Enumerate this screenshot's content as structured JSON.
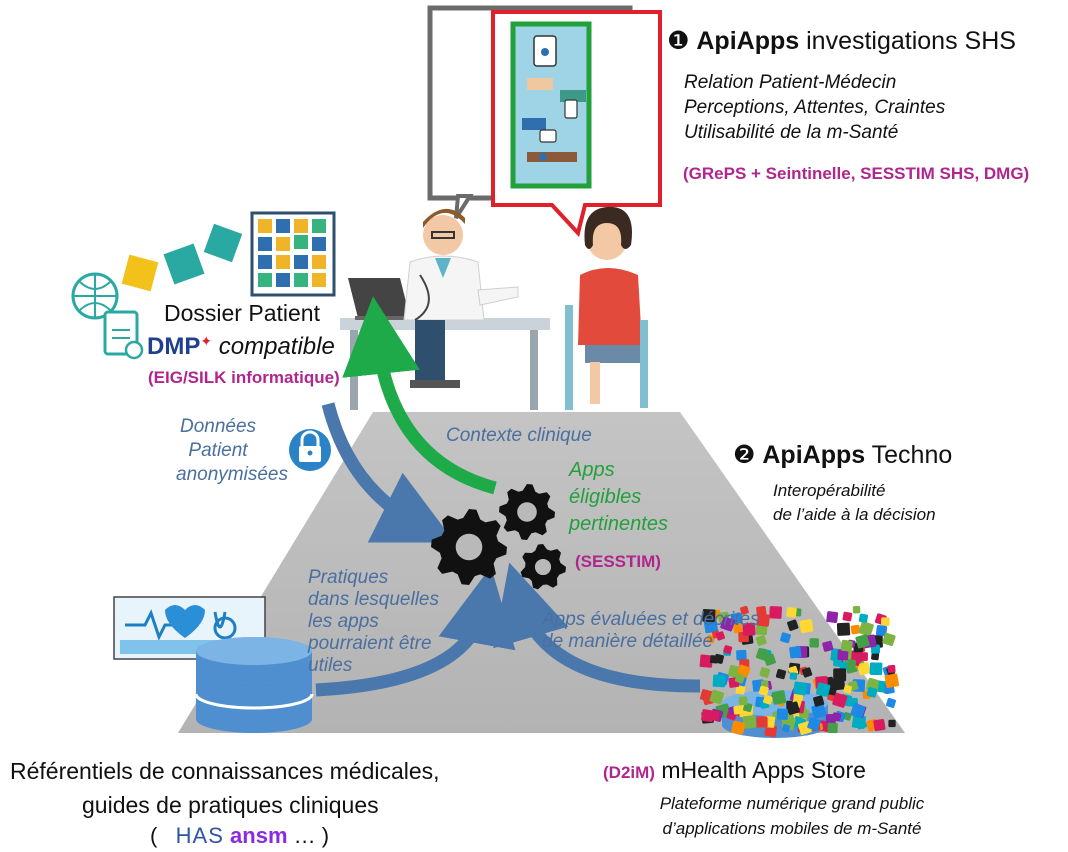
{
  "section1": {
    "marker": "❶",
    "brand": "ApiApps",
    "title": "investigations SHS",
    "lines": [
      "Relation Patient-Médecin",
      "Perceptions, Attentes, Craintes",
      "Utilisabilité de la m-Santé"
    ],
    "partners": "(GRePS + Seintinelle, SESSTIM SHS, DMG)"
  },
  "section2": {
    "marker": "❷",
    "brand": "ApiApps",
    "title": "Techno",
    "lines": [
      "Interopérabilité",
      "de l’aide à la décision"
    ]
  },
  "dossier": {
    "title": "Dossier Patient",
    "dmp": "DMP",
    "compatible": "compatible",
    "partner": "(EIG/SILK informatique)"
  },
  "flows": {
    "donnees": [
      "Données",
      "Patient",
      "anonymisées"
    ],
    "contexte": "Contexte clinique",
    "apps_eligibles": [
      "Apps",
      "éligibles",
      "pertinentes"
    ],
    "sesstim": "(SESSTIM)",
    "pratiques": [
      "Pratiques",
      "dans lesquelles",
      "les apps",
      "pourraient être",
      "utiles"
    ],
    "apps_evaluees": [
      "Apps évaluées et décrites",
      "de manière détaillée"
    ]
  },
  "referentiels": {
    "line1": "Référentiels de connaissances médicales,",
    "line2": "guides de pratiques cliniques",
    "open_paren": "(",
    "has_logo": "HAS",
    "ansm_logo": "ansm",
    "ellipsis": "… )"
  },
  "store": {
    "partner": "(D2iM)",
    "title": "mHealth Apps Store",
    "lines": [
      "Plateforme numérique grand public",
      "d’applications mobiles de m-Santé"
    ]
  },
  "colors": {
    "arrow_blue": "#4a78ad",
    "arrow_green": "#1faa4a",
    "purple": "#b0268e",
    "pyramid": "#b9b9b9",
    "bubble_red": "#e0202a",
    "bubble_gray": "#6b6b6b",
    "db_blue": "#4f8fd0"
  }
}
